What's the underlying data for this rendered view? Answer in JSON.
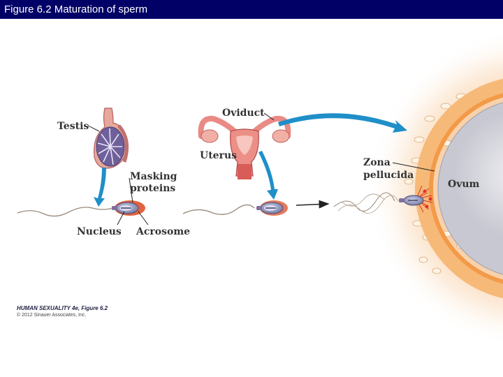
{
  "header": {
    "title": "Figure 6.2  Maturation of sperm"
  },
  "labels": {
    "testis": "Testis",
    "oviduct": "Oviduct",
    "uterus": "Uterus",
    "masking_proteins_1": "Masking",
    "masking_proteins_2": "proteins",
    "nucleus": "Nucleus",
    "acrosome": "Acrosome",
    "zona_1": "Zona",
    "zona_2": "pellucida",
    "ovum": "Ovum"
  },
  "credit": {
    "book": "HUMAN SEXUALITY 4e, Figure 6.2",
    "copyright": "© 2012 Sinauer Associates, Inc."
  },
  "colors": {
    "header_bg": "#000066",
    "arrow_blue": "#1f8fc8",
    "sperm_head": "#8a8fb8",
    "acrosome_red": "#cc3322",
    "ovum_fill": "#d8d8e0",
    "zona_orange": "#f3a45a"
  }
}
